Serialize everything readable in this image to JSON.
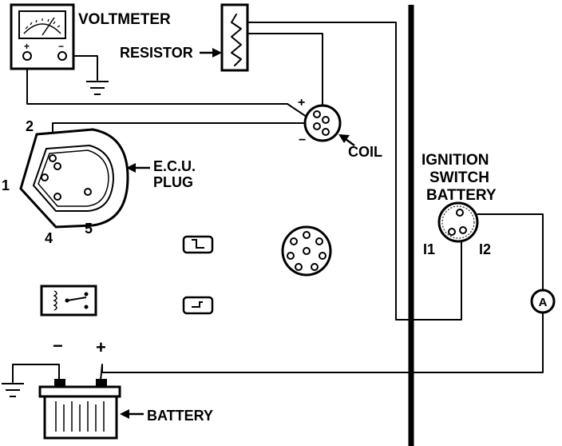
{
  "labels": {
    "voltmeter": "VOLTMETER",
    "resistor": "RESISTOR",
    "coil": "COIL",
    "coil_plus": "+",
    "coil_minus": "−",
    "ecu_line1": "E.C.U.",
    "ecu_line2": "PLUG",
    "pin_1": "1",
    "pin_2": "2",
    "pin_4": "4",
    "pin_5": "5",
    "ignition_line1": "IGNITION",
    "ignition_line2": "SWITCH",
    "ignition_line3": "BATTERY",
    "terminal_i1": "I1",
    "terminal_i2": "I2",
    "ammeter": "A",
    "battery": "BATTERY",
    "battery_minus": "−",
    "battery_plus": "+"
  }
}
